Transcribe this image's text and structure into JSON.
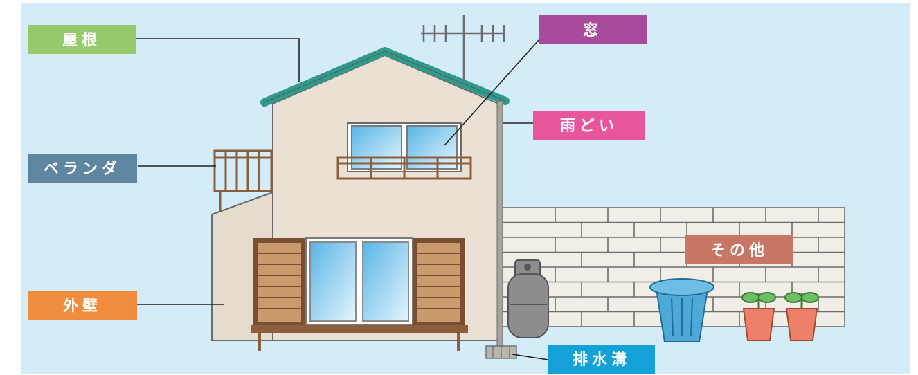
{
  "labels": {
    "roof": "屋根",
    "veranda": "ベランダ",
    "outer_wall": "外壁",
    "window": "窓",
    "gutter": "雨どい",
    "drain": "排水溝",
    "other": "その他"
  },
  "colors": {
    "sky": "#d3ecf8",
    "roof": "#2f9a8b",
    "wall": "#e9e0d3",
    "wood": "#8b5e3c",
    "brick_wall": "#f0ede6",
    "glass": "#7fc3ea",
    "roof_label": "#95c96b",
    "veranda_label": "#5e86a0",
    "outer_wall_label": "#f08c3c",
    "window_label": "#a94b9b",
    "gutter_label": "#e8559c",
    "drain_label": "#13a1d8",
    "other_label": "#c87766"
  }
}
